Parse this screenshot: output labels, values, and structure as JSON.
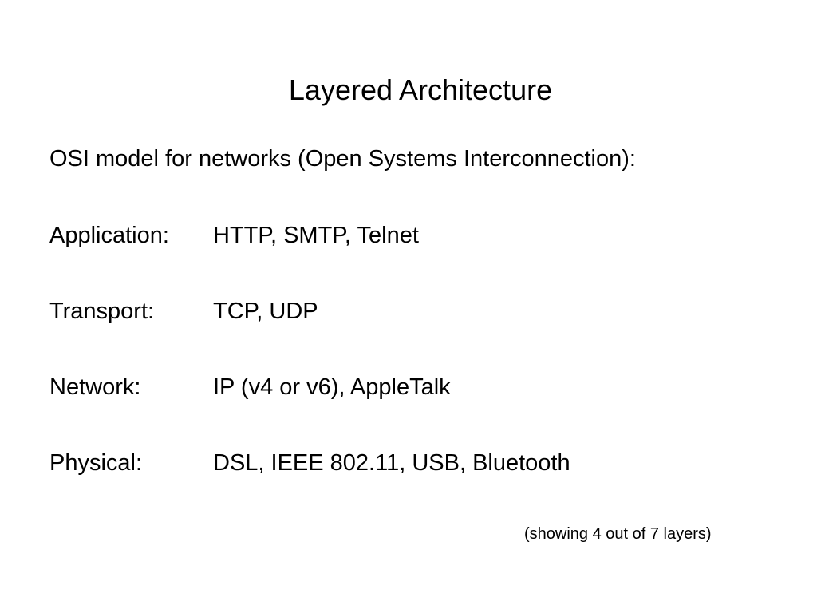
{
  "slide": {
    "title": "Layered Architecture",
    "subtitle": "OSI model for networks (Open Systems Interconnection):",
    "layers": [
      {
        "name": "Application:",
        "protocols": "HTTP, SMTP, Telnet"
      },
      {
        "name": "Transport:",
        "protocols": "TCP, UDP"
      },
      {
        "name": "Network:",
        "protocols": "IP (v4 or v6), AppleTalk"
      },
      {
        "name": "Physical:",
        "protocols": "DSL, IEEE 802.11, USB, Bluetooth"
      }
    ],
    "footnote": "(showing 4 out of 7 layers)"
  }
}
